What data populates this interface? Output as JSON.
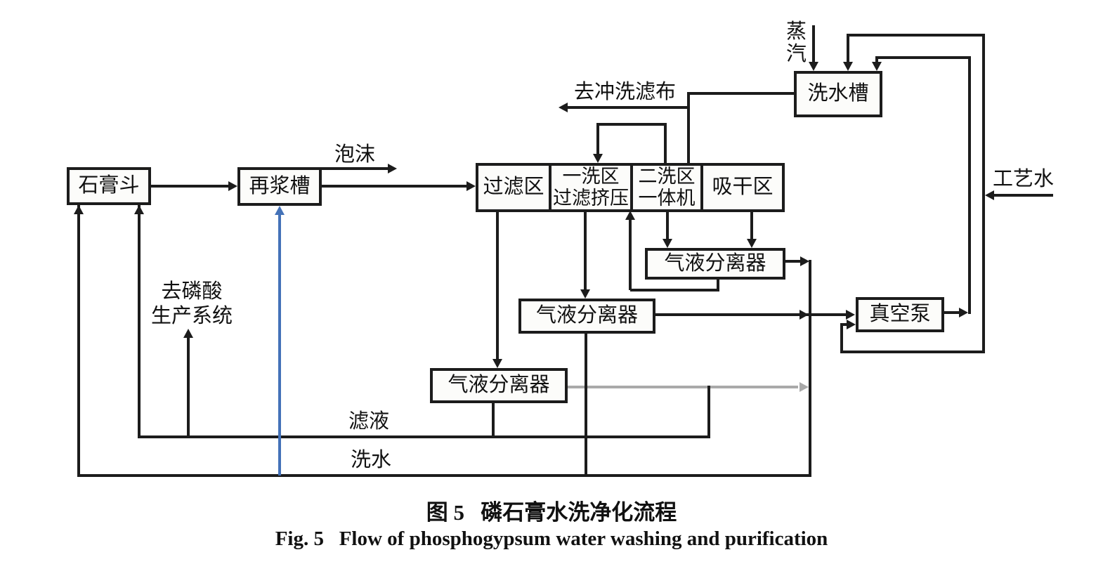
{
  "figure": {
    "caption_zh": "图 5   磷石膏水洗净化流程",
    "caption_en": "Fig. 5   Flow of phosphogypsum water washing and purification"
  },
  "nodes": {
    "gypsum_hopper": "石膏斗",
    "reslurry_tank": "再浆槽",
    "filter_zone": "过滤区",
    "first_wash_zone": "一洗区\n过滤挤压",
    "second_wash_zone": "二洗区\n一体机",
    "drying_zone": "吸干区",
    "wash_water_tank": "洗水槽",
    "gas_liquid_separator_top": "气液分离器",
    "gas_liquid_separator_middle": "气液分离器",
    "gas_liquid_separator_bottom": "气液分离器",
    "vacuum_pump": "真空泵"
  },
  "flow_labels": {
    "foam": "泡沫",
    "to_filter_cloth_rinse": "去冲洗滤布",
    "steam": "蒸汽",
    "process_water": "工艺水",
    "to_phosphoric_acid_system": "去磷酸\n生产系统",
    "filtrate": "滤液",
    "wash_water": "洗水"
  },
  "colors": {
    "line_black": "#1c1c1c",
    "recycle_blue": "#4472b8",
    "muted_gray": "#a9a9a9",
    "box_fill": "#fcfcfa"
  }
}
